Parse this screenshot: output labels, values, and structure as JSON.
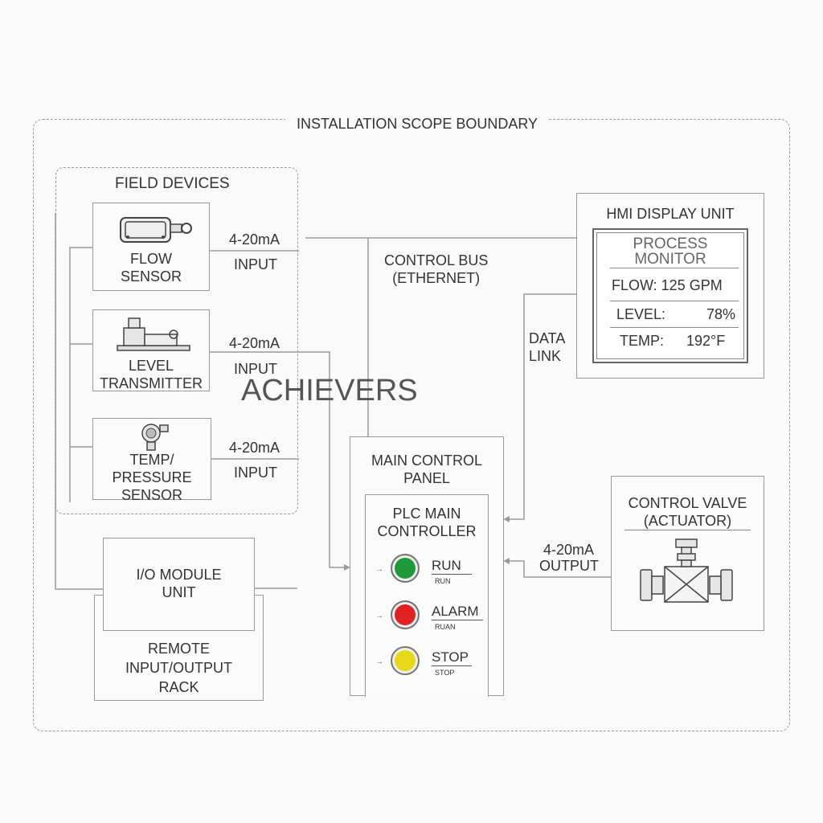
{
  "diagram": {
    "scope_boundary": "INSTALLATION SCOPE BOUNDARY",
    "field_devices": {
      "title": "FIELD DEVICES",
      "flow_sensor": "FLOW\nSENSOR",
      "level_transmitter": "LEVEL\nTRANSMITTER",
      "temp_pressure_sensor": "TEMP/\nPRESSURE\nSENSOR"
    },
    "signals": {
      "flow_signal": "4-20mA",
      "flow_signal_type": "INPUT",
      "level_signal": "4-20mA",
      "level_signal_type": "INPUT",
      "temp_signal": "4-20mA",
      "temp_signal_type": "INPUT",
      "valve_signal": "4-20mA",
      "valve_signal_type": "OUTPUT"
    },
    "control_bus": "CONTROL BUS\n(ETHERNET)",
    "data_link": "DATA\nLINK",
    "watermark": "ACHIEVERS",
    "hmi": {
      "title": "HMI DISPLAY UNIT",
      "screen_title": "PROCESS\nMONITOR",
      "flow": "FLOW:  125 GPM",
      "level_label": "LEVEL:",
      "level_value": "78%",
      "temp_label": "TEMP:",
      "temp_value": "192°F"
    },
    "main_panel": {
      "title": "MAIN CONTROL\nPANEL",
      "plc_title": "PLC MAIN\nCONTROLLER",
      "run": "RUN",
      "run_sub": "RUN",
      "alarm": "ALARM",
      "alarm_sub": "RUAN",
      "stop": "STOP",
      "stop_sub": "STOP",
      "lamp_colors": {
        "run": "#1e9a3a",
        "alarm": "#e02222",
        "stop": "#e8d81a"
      }
    },
    "control_valve": "CONTROL VALVE\n(ACTUATOR)",
    "io_module": "I/O MODULE\nUNIT",
    "remote_rack": "REMOTE\nINPUT/OUTPUT\nRACK"
  }
}
